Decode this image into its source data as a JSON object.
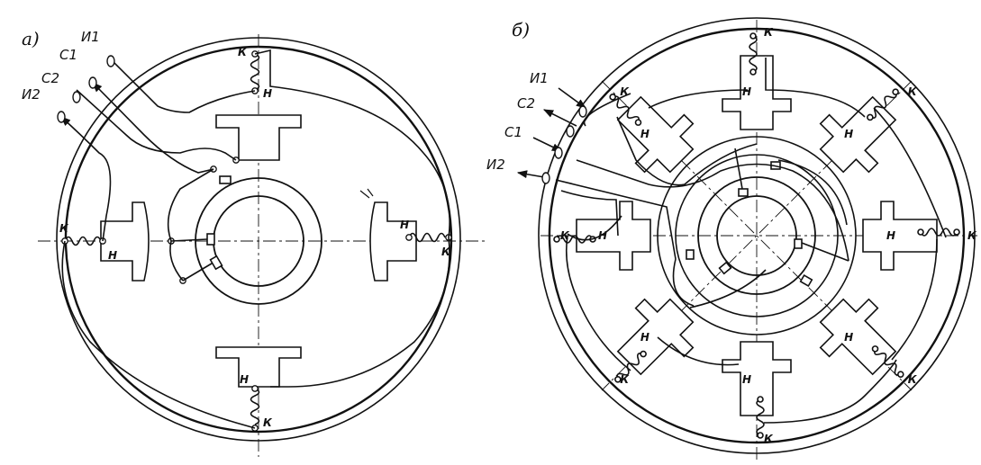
{
  "panels": [
    {
      "label": "а)",
      "terminals": [
        {
          "label": "И1"
        },
        {
          "label": "С1"
        },
        {
          "label": "С2"
        },
        {
          "label": "И2"
        }
      ],
      "poles": [
        {
          "start": "Н",
          "end": "К"
        },
        {
          "start": "Н",
          "end": "К"
        },
        {
          "start": "Н",
          "end": "К"
        },
        {
          "start": "Н",
          "end": "К"
        }
      ]
    },
    {
      "label": "б)",
      "terminals": [
        {
          "label": "И1"
        },
        {
          "label": "С2"
        },
        {
          "label": "С1"
        },
        {
          "label": "И2"
        }
      ],
      "poles": [
        {
          "start": "Н",
          "end": "К"
        },
        {
          "start": "Н",
          "end": "К"
        },
        {
          "start": "Н",
          "end": "К"
        },
        {
          "start": "Н",
          "end": "К"
        },
        {
          "start": "Н",
          "end": "К"
        },
        {
          "start": "Н",
          "end": "К"
        },
        {
          "start": "Н",
          "end": "К"
        },
        {
          "start": "Н",
          "end": "К"
        }
      ]
    }
  ]
}
